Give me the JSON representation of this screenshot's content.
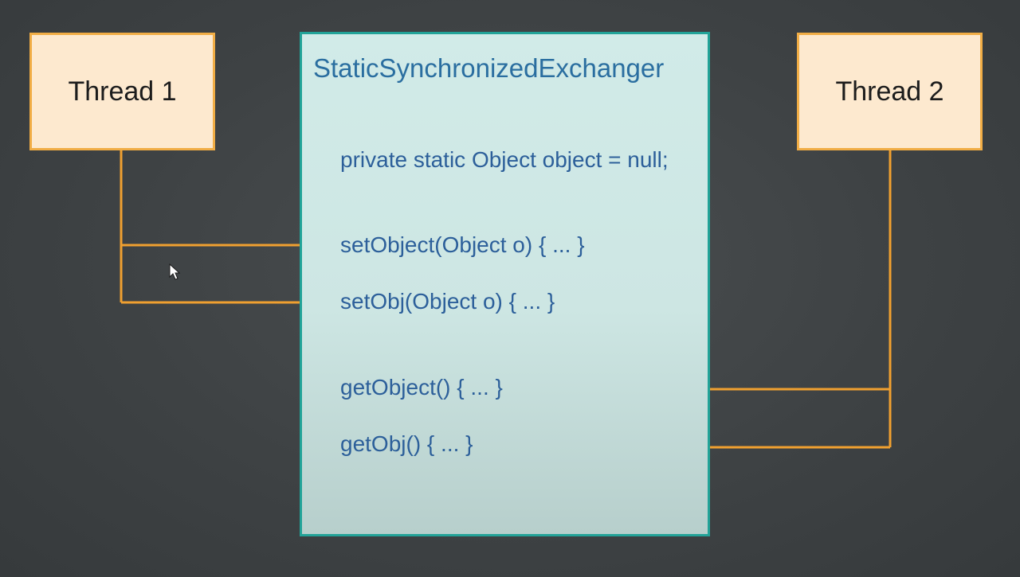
{
  "thread_left": {
    "label": "Thread 1"
  },
  "thread_right": {
    "label": "Thread 2"
  },
  "exchanger": {
    "title": "StaticSynchronizedExchanger",
    "field": "private static Object object = null;",
    "methods": [
      "setObject(Object o) { ... }",
      "setObj(Object o) { ... }",
      "getObject() { ... }",
      "getObj() { ... }"
    ]
  },
  "colors": {
    "background": "#404446",
    "thread_fill": "#fde9cf",
    "thread_border": "#f1ad45",
    "arrow": "#f0a030",
    "class_fill": "#d1ebe8",
    "class_border": "#22a398",
    "code_text": "#2c5f9a"
  }
}
